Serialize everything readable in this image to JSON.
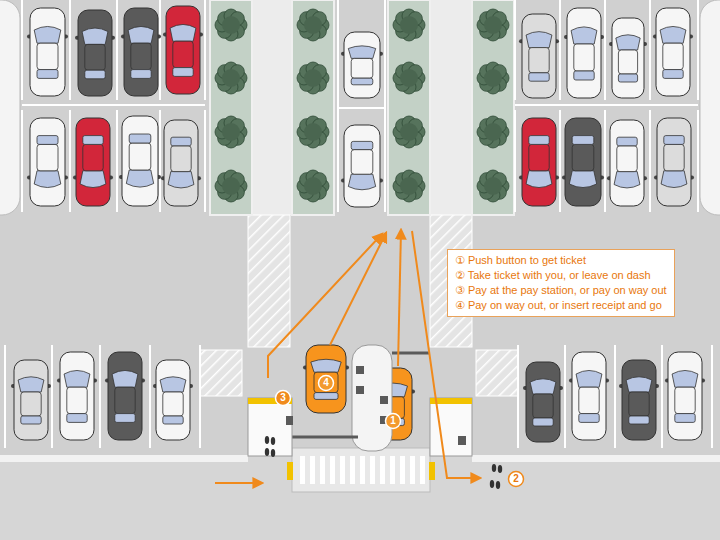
{
  "diagram": {
    "nodes": [
      {
        "text": [
          "① Push button to get ticket",
          "② Take ticket with you, or leave on dash",
          "③ Pay at the pay station, or pay on way out",
          "④ Pay on way out, or insert receipt and go"
        ]
      }
    ],
    "labels": [
      "4",
      "3",
      "1",
      "2"
    ]
  }
}
